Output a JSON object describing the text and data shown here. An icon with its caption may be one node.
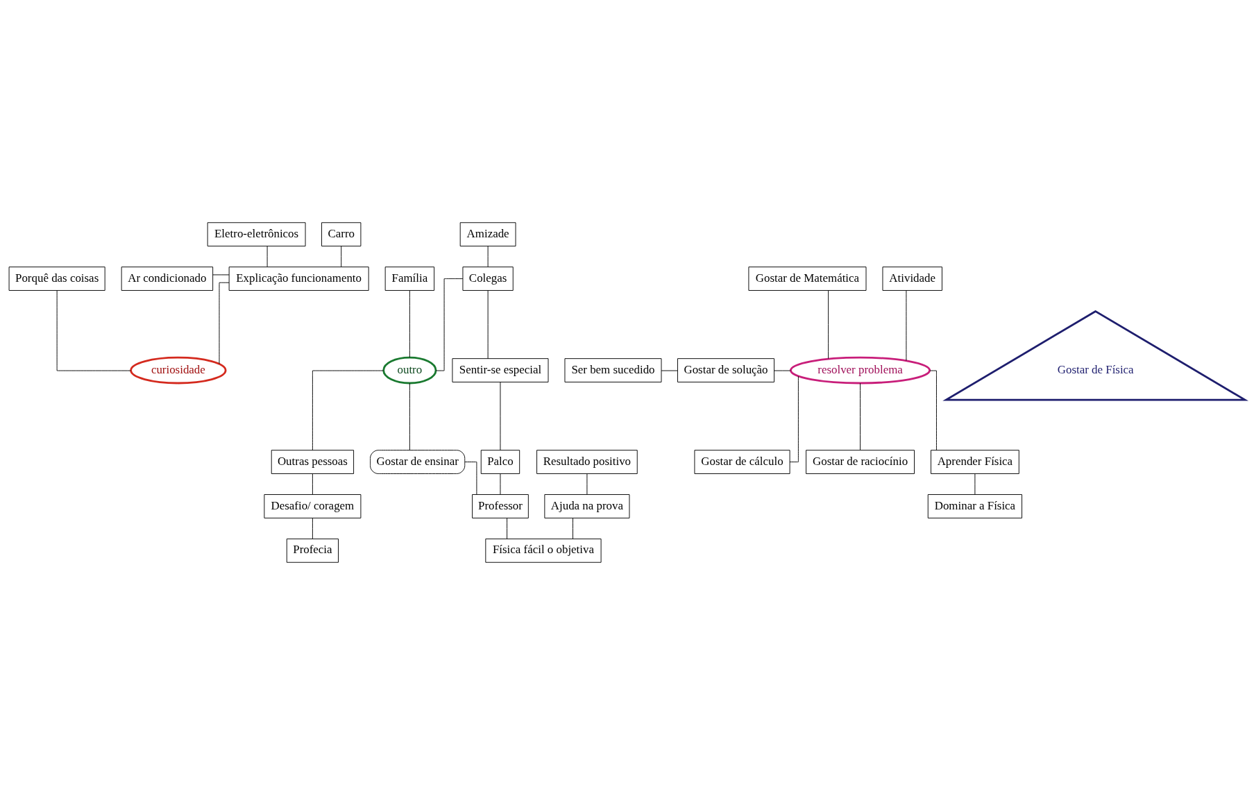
{
  "diagram": {
    "nodes": [
      {
        "text": [
          "Eletro-eletrônicos"
        ]
      },
      {
        "text": [
          "Carro"
        ]
      },
      {
        "text": [
          "Ar condicionado"
        ]
      },
      {
        "text": [
          "Explicação funcionamento"
        ]
      },
      {
        "text": [
          "Porquê das coisas"
        ]
      },
      {
        "text": [
          "curiosidade"
        ]
      },
      {
        "text": [
          "Amizade"
        ]
      },
      {
        "text": [
          "Gostar de Matemática"
        ]
      },
      {
        "text": [
          "Atividade"
        ]
      },
      {
        "text": [
          "Família"
        ]
      },
      {
        "text": [
          "Colegas"
        ]
      },
      {
        "text": [
          "Gostar de Física"
        ]
      },
      {
        "text": [
          "Ser bem sucedido"
        ]
      },
      {
        "text": [
          "Gostar de solução"
        ]
      },
      {
        "text": [
          "resolver problema"
        ]
      },
      {
        "text": [
          "outro"
        ]
      },
      {
        "text": [
          "Sentir-se especial"
        ]
      },
      {
        "text": [
          "Resultado positivo"
        ]
      },
      {
        "text": [
          "Gostar de cálculo"
        ]
      },
      {
        "text": [
          "Gostar de raciocínio"
        ]
      },
      {
        "text": [
          "Aprender Física"
        ]
      },
      {
        "text": [
          "Outras pessoas"
        ]
      },
      {
        "text": [
          "Gostar de ensinar"
        ]
      },
      {
        "text": [
          "Palco"
        ]
      },
      {
        "text": [
          "Ajuda na prova"
        ]
      },
      {
        "text": [
          "Dominar a Física"
        ]
      },
      {
        "text": [
          "Desafio/ coragem"
        ]
      },
      {
        "text": [
          "Profecia"
        ]
      },
      {
        "text": [
          "Professor"
        ]
      },
      {
        "text": [
          "Física fácil o objetiva"
        ]
      }
    ],
    "edges": [
      {
        "from": 0,
        "to": 3,
        "arrow": "none"
      },
      {
        "from": 1,
        "to": 3,
        "arrow": "none"
      },
      {
        "from": 2,
        "to": 3,
        "arrow": "none"
      },
      {
        "from": 3,
        "to": 5,
        "arrow": "none"
      },
      {
        "from": 4,
        "to": 5,
        "arrow": "none"
      },
      {
        "from": 7,
        "to": 14,
        "arrow": "none"
      },
      {
        "from": 8,
        "to": 14,
        "arrow": "none"
      },
      {
        "from": 12,
        "to": 13,
        "arrow": "none"
      },
      {
        "from": 13,
        "to": 14,
        "arrow": "none"
      },
      {
        "from": 14,
        "to": 18,
        "arrow": "none"
      },
      {
        "from": 14,
        "to": 19,
        "arrow": "none"
      },
      {
        "from": 14,
        "to": 20,
        "arrow": "none"
      },
      {
        "from": 20,
        "to": 25,
        "arrow": "none"
      },
      {
        "from": 9,
        "to": 15,
        "arrow": "none"
      },
      {
        "from": 6,
        "to": 10,
        "arrow": "none"
      },
      {
        "from": 10,
        "to": 15,
        "arrow": "none"
      },
      {
        "from": 10,
        "to": 16,
        "arrow": "none"
      },
      {
        "from": 15,
        "to": 21,
        "arrow": "none"
      },
      {
        "from": 15,
        "to": 22,
        "arrow": "none"
      },
      {
        "from": 21,
        "to": 26,
        "arrow": "none"
      },
      {
        "from": 26,
        "to": 27,
        "arrow": "none"
      },
      {
        "from": 22,
        "to": 28,
        "arrow": "none"
      },
      {
        "from": 16,
        "to": 23,
        "arrow": "none"
      },
      {
        "from": 23,
        "to": 28,
        "arrow": "none"
      },
      {
        "from": 28,
        "to": 29,
        "arrow": "none"
      },
      {
        "from": 17,
        "to": 24,
        "arrow": "none"
      },
      {
        "from": 24,
        "to": 29,
        "arrow": "none"
      }
    ]
  }
}
